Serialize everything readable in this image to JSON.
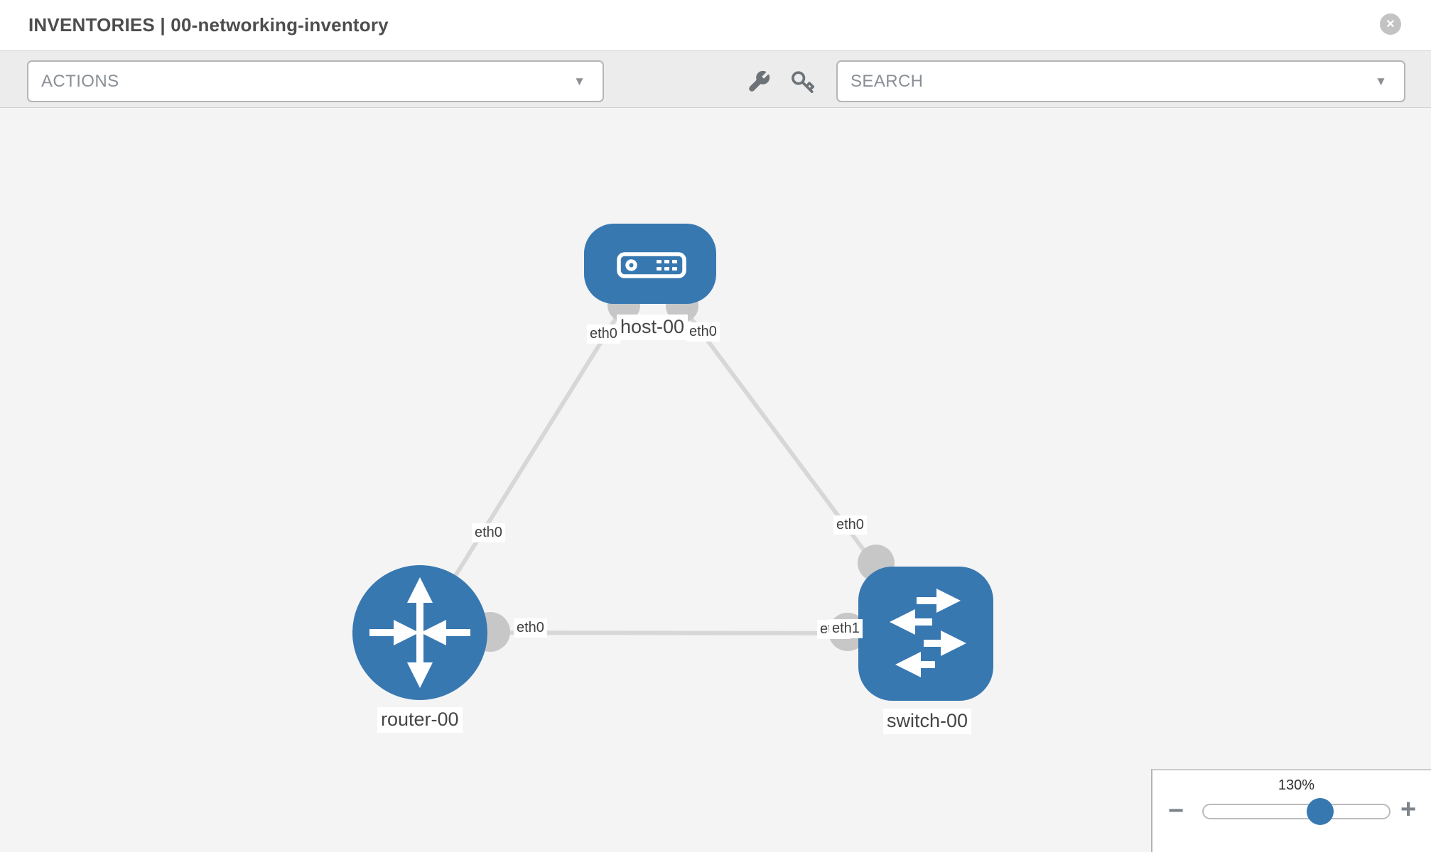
{
  "header": {
    "title": "INVENTORIES | 00-networking-inventory"
  },
  "icons": {
    "close": "✕",
    "caret_down": "▼",
    "minus": "−",
    "plus": "+"
  },
  "toolbar": {
    "actions_label": "ACTIONS",
    "search_label": "SEARCH"
  },
  "diagram": {
    "nodes": [
      {
        "id": "host-00",
        "type": "host",
        "label": "host-00"
      },
      {
        "id": "router-00",
        "type": "router",
        "label": "router-00"
      },
      {
        "id": "switch-00",
        "type": "switch",
        "label": "switch-00"
      }
    ],
    "links": [
      {
        "source": "host-00",
        "source_interface": "eth0",
        "target": "router-00",
        "target_interface": "eth0"
      },
      {
        "source": "host-00",
        "source_interface": "eth0",
        "target": "switch-00",
        "target_interface": "eth0"
      },
      {
        "source": "router-00",
        "source_interface": "eth0",
        "target": "switch-00",
        "target_interface": "eth1"
      }
    ]
  },
  "colors": {
    "node_blue": "#3878b1",
    "link_gray": "#d7d7d7",
    "interface_gray": "#c7c7c7"
  },
  "zoom_control": {
    "level": "130%"
  }
}
